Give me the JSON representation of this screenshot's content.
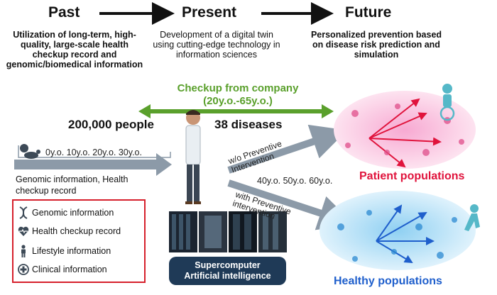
{
  "headers": {
    "past": "Past",
    "present": "Present",
    "future": "Future"
  },
  "descriptions": {
    "past": "Utilization of long-term, high-quality, large-scale health checkup record and genomic/biomedical information",
    "present": "Development of a digital twin using cutting-edge technology in information sciences",
    "future": "Personalized prevention based on disease risk prediction and simulation"
  },
  "checkup": {
    "line1": "Checkup from company",
    "line2": "(20y.o.-65y.o.)"
  },
  "stats": {
    "people": "200,000 people",
    "diseases": "38 diseases"
  },
  "timeline": {
    "ages_past": "0y.o. 10y.o. 20y.o. 30y.o.",
    "ages_future": "40y.o. 50y.o. 60y.o."
  },
  "past_caption": "Genomic information, Health checkup record",
  "branches": {
    "without": "w/o Preventive Intervention",
    "with": "with Preventive intervention"
  },
  "outcomes": {
    "patients": "Patient populations",
    "healthy": "Healthy populations"
  },
  "legend": [
    {
      "icon": "dna-icon",
      "label": "Genomic information"
    },
    {
      "icon": "heart-pulse-icon",
      "label": "Health checkup record"
    },
    {
      "icon": "person-icon",
      "label": "Lifestyle information"
    },
    {
      "icon": "medical-cross-icon",
      "label": "Clinical information"
    }
  ],
  "supercomputer": {
    "line1": "Supercomputer",
    "line2": "Artificial intelligence"
  },
  "colors": {
    "arrow_gray": "#8c9aa8",
    "checkup_green": "#5aa02c",
    "patient_red": "#e0133c",
    "healthy_blue": "#1f5fcc",
    "legend_border": "#d6202c",
    "badge_navy": "#1f3a57"
  }
}
